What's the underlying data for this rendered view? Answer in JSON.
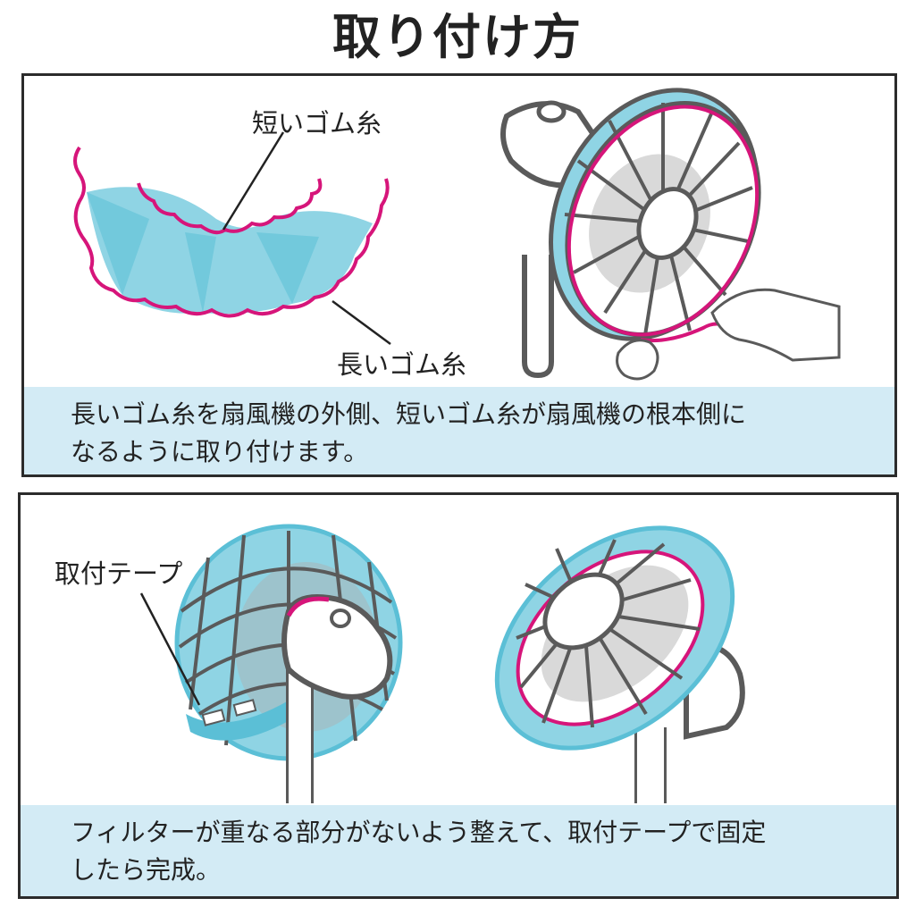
{
  "title": "取り付け方",
  "step1": {
    "label_short": "短いゴム糸",
    "label_long": "長いゴム糸",
    "caption_line1": "長いゴム糸を扇風機の外側、短いゴム糸が扇風機の根本側に",
    "caption_line2": "なるように取り付けます。"
  },
  "step2": {
    "label_tape": "取付テープ",
    "caption_line1": "フィルターが重なる部分がないよう整えて、取付テープで固定",
    "caption_line2": "したら完成。"
  },
  "colors": {
    "filter_blue": "#8fd4e4",
    "filter_dark": "#5bbfd6",
    "elastic_pink": "#d6157a",
    "fan_grey": "#5a5a5a",
    "caption_bg": "#d3ebf5"
  }
}
